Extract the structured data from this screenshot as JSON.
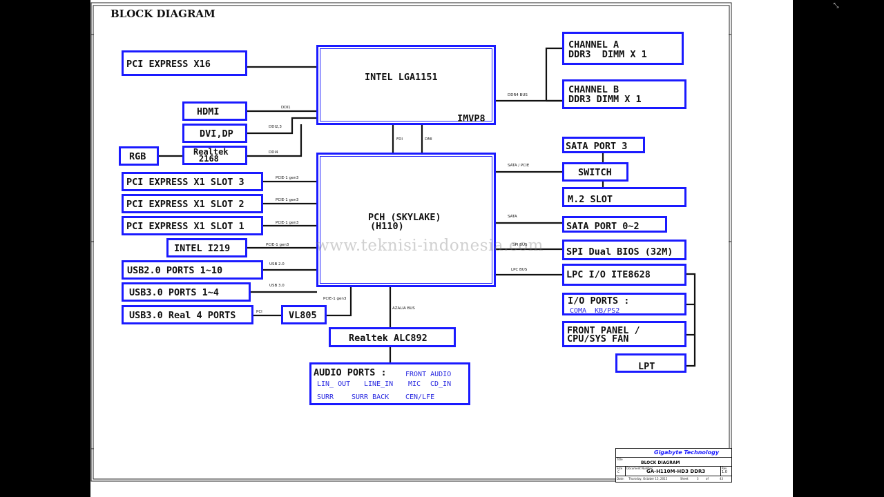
{
  "title": "BLOCK DIAGRAM",
  "watermark": "www.teknisi-indonesia.com",
  "blocks": {
    "cpu": "INTEL LGA1151",
    "imvp": "IMVP8",
    "pch_line1": "PCH (SKYLAKE)",
    "pch_line2": "(H110)",
    "pcie_x16": "PCI EXPRESS X16",
    "hdmi": "HDMI",
    "dvi_dp": "DVI,DP",
    "rgb": "RGB",
    "realtek_line1": "Realtek",
    "realtek_line2": "2168",
    "pcie_x1_slot3": "PCI EXPRESS X1 SLOT 3",
    "pcie_x1_slot2": "PCI EXPRESS X1 SLOT 2",
    "pcie_x1_slot1": "PCI EXPRESS X1 SLOT 1",
    "intel_i219": "INTEL I219",
    "usb2_ports": "USB2.0 PORTS 1~10",
    "usb3_ports": "USB3.0 PORTS 1~4",
    "usb3_real": "USB3.0 Real 4 PORTS",
    "vl805": "VL805",
    "alc892": "Realtek ALC892",
    "audio_ports": "AUDIO PORTS :",
    "audio_front": "FRONT AUDIO",
    "audio_lin_out": "LIN_ OUT",
    "audio_line_in": "LINE_IN",
    "audio_mic": "MIC",
    "audio_cd_in": "CD_IN",
    "audio_surr": "SURR",
    "audio_surr_back": "SURR BACK",
    "audio_cen_lfe": "CEN/LFE",
    "chan_a_line1": "CHANNEL A",
    "chan_a_line2": "DDR3  DIMM X 1",
    "chan_b_line1": "CHANNEL B",
    "chan_b_line2": "DDR3 DIMM X 1",
    "sata_port3": "SATA PORT 3",
    "switch": "SWITCH",
    "m2_slot": "M.2 SLOT",
    "sata_port02": "SATA PORT 0~2",
    "spi_bios": "SPI Dual BIOS (32M)",
    "lpc_io": "LPC I/O ITE8628",
    "io_ports": "I/O PORTS :",
    "io_ports_sub": "COMA  KB/PS2",
    "front_panel_line1": "FRONT PANEL /",
    "front_panel_line2": "CPU/SYS FAN",
    "lpt": "LPT"
  },
  "buses": {
    "ddi1": "DDI1",
    "ddi23": "DDI2,3",
    "ddi4": "DDI4",
    "ddr4": "DDR4 BUS",
    "fdi": "FDI",
    "dmi": "DMI",
    "sata_pcie": "SATA / PCIE",
    "sata": "SATA",
    "spi": "SPI BUS",
    "lpc": "LPC BUS",
    "pcie_gen3_a": "PCIE-1 gen3",
    "pcie_gen3_b": "PCIE-1 gen3",
    "pcie_gen3_c": "PCIE-1 gen3",
    "pcie_gen3_d": "PCIE-1 gen3",
    "pcie_gen3_e": "PCIE-1 gen3",
    "usb20": "USB 2.0",
    "usb30": "USB 3.0",
    "pci": "PCI",
    "azalia": "AZALIA BUS"
  },
  "title_block": {
    "company": "Gigabyte Technology",
    "title_label": "Title",
    "title_value": "BLOCK DIAGRAM",
    "size_label": "Size",
    "size_value": "C",
    "docnum_label": "Document Number",
    "docnum_value": "GA-H110M-HD3 DDR3",
    "rev_label": "Rev",
    "rev_value": "1.0",
    "date_label": "Date:",
    "date_value": "Thursday, October 15, 2015",
    "sheet_label": "Sheet",
    "sheet_value": "3",
    "of_label": "of",
    "of_value": "43"
  },
  "colors": {
    "block_border": "#1a1aff",
    "wire": "#111111",
    "background": "#ffffff",
    "outside": "#000000"
  },
  "window_icon": "expand-icon"
}
